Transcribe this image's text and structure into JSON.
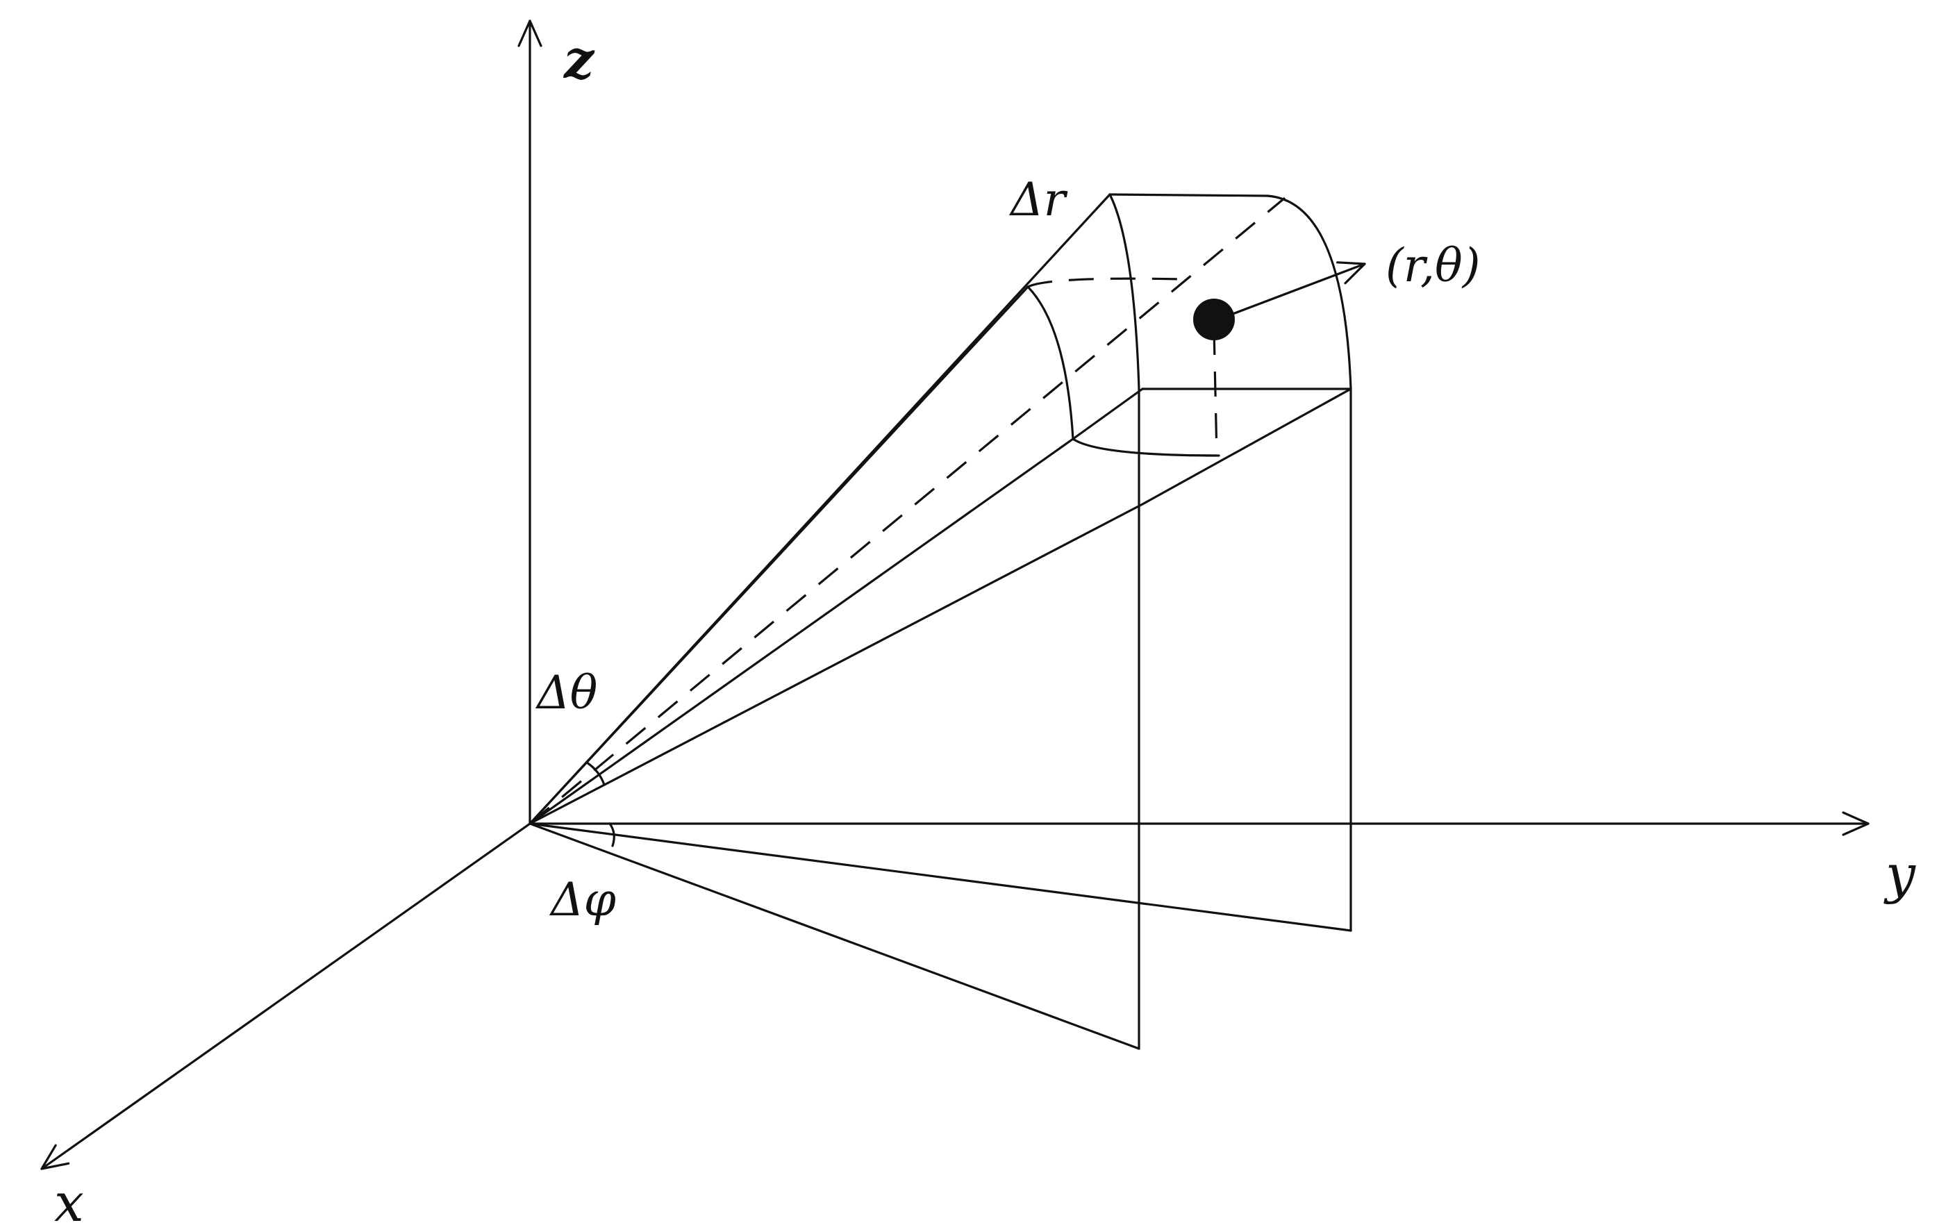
{
  "labels": {
    "axis_z": "z",
    "axis_y": "y",
    "axis_x": "x",
    "delta_r": "Δr",
    "delta_theta": "Δθ",
    "delta_phi": "Δφ",
    "point": "(r,θ)"
  },
  "colors": {
    "ink": "#111111",
    "background": "#ffffff"
  }
}
